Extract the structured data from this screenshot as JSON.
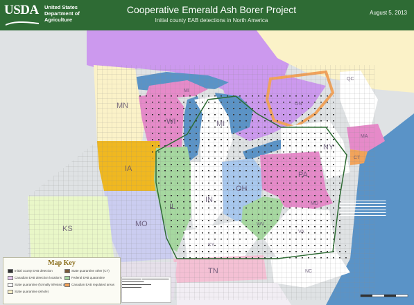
{
  "header": {
    "logo": "USDA",
    "agency_lines": [
      "United States",
      "Department of",
      "Agriculture"
    ],
    "title": "Cooperative Emerald Ash Borer Project",
    "subtitle": "Initial county EAB detections in North America",
    "date": "August 5, 2013"
  },
  "map_labels": {
    "mn": "MN",
    "wi": "WI",
    "mi_up": "MI",
    "mi": "MI",
    "ia": "IA",
    "il": "IL",
    "in": "IN",
    "oh": "OH",
    "pa": "PA",
    "ny": "NY",
    "md": "MD",
    "wv": "WV",
    "va": "VA",
    "ky": "KY",
    "tn": "TN",
    "nc": "NC",
    "mo": "MO",
    "ks": "KS",
    "ma": "MA",
    "ct": "CT",
    "on": "ON",
    "qc": "QC"
  },
  "map_key": {
    "title": "Map Key",
    "items": [
      "Initial county EAB detection",
      "Canadian EAB detection locations",
      "State quarantine (formally infested area)",
      "State quarantine (whole)",
      "State quarantine other (CT)",
      "Federal EAB quarantine",
      "Canadian EAB regulated areas"
    ]
  },
  "colors": {
    "header_green": "#2e6b34",
    "purple_quarantine": "#cc99ee",
    "pink_quarantine": "#e68ac9",
    "yellow_ia": "#f0b820",
    "ontario_orange": "#f2a35a",
    "canada_yellow": "#fbf2c8",
    "green_quarantine": "#a6d8a0",
    "blue_oh": "#a8c8ee",
    "water": "#5a93c7",
    "land": "#eeeeee"
  }
}
